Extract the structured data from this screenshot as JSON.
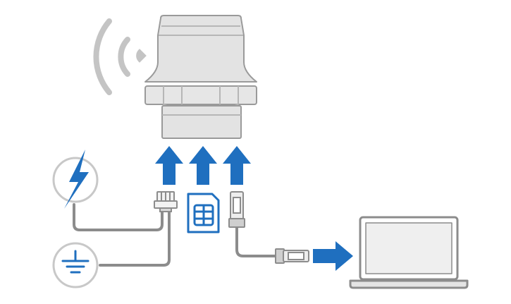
{
  "diagram": {
    "colors": {
      "accent": "#1f6fbf",
      "device_fill": "#e3e3e3",
      "device_stroke": "#9a9a9a",
      "cable": "#8c8c8c",
      "wifi": "#c4c4c4",
      "icon_ring": "#c8c8c8",
      "laptop_screen": "#efefef"
    },
    "icons": [
      "router-device",
      "wireless-signal-icon",
      "power-lightning-icon",
      "ground-icon",
      "power-connector",
      "sim-card-icon",
      "ethernet-plug",
      "laptop-icon"
    ],
    "arrows": [
      "up-arrow-power",
      "up-arrow-sim",
      "up-arrow-ethernet",
      "right-arrow-laptop"
    ]
  }
}
